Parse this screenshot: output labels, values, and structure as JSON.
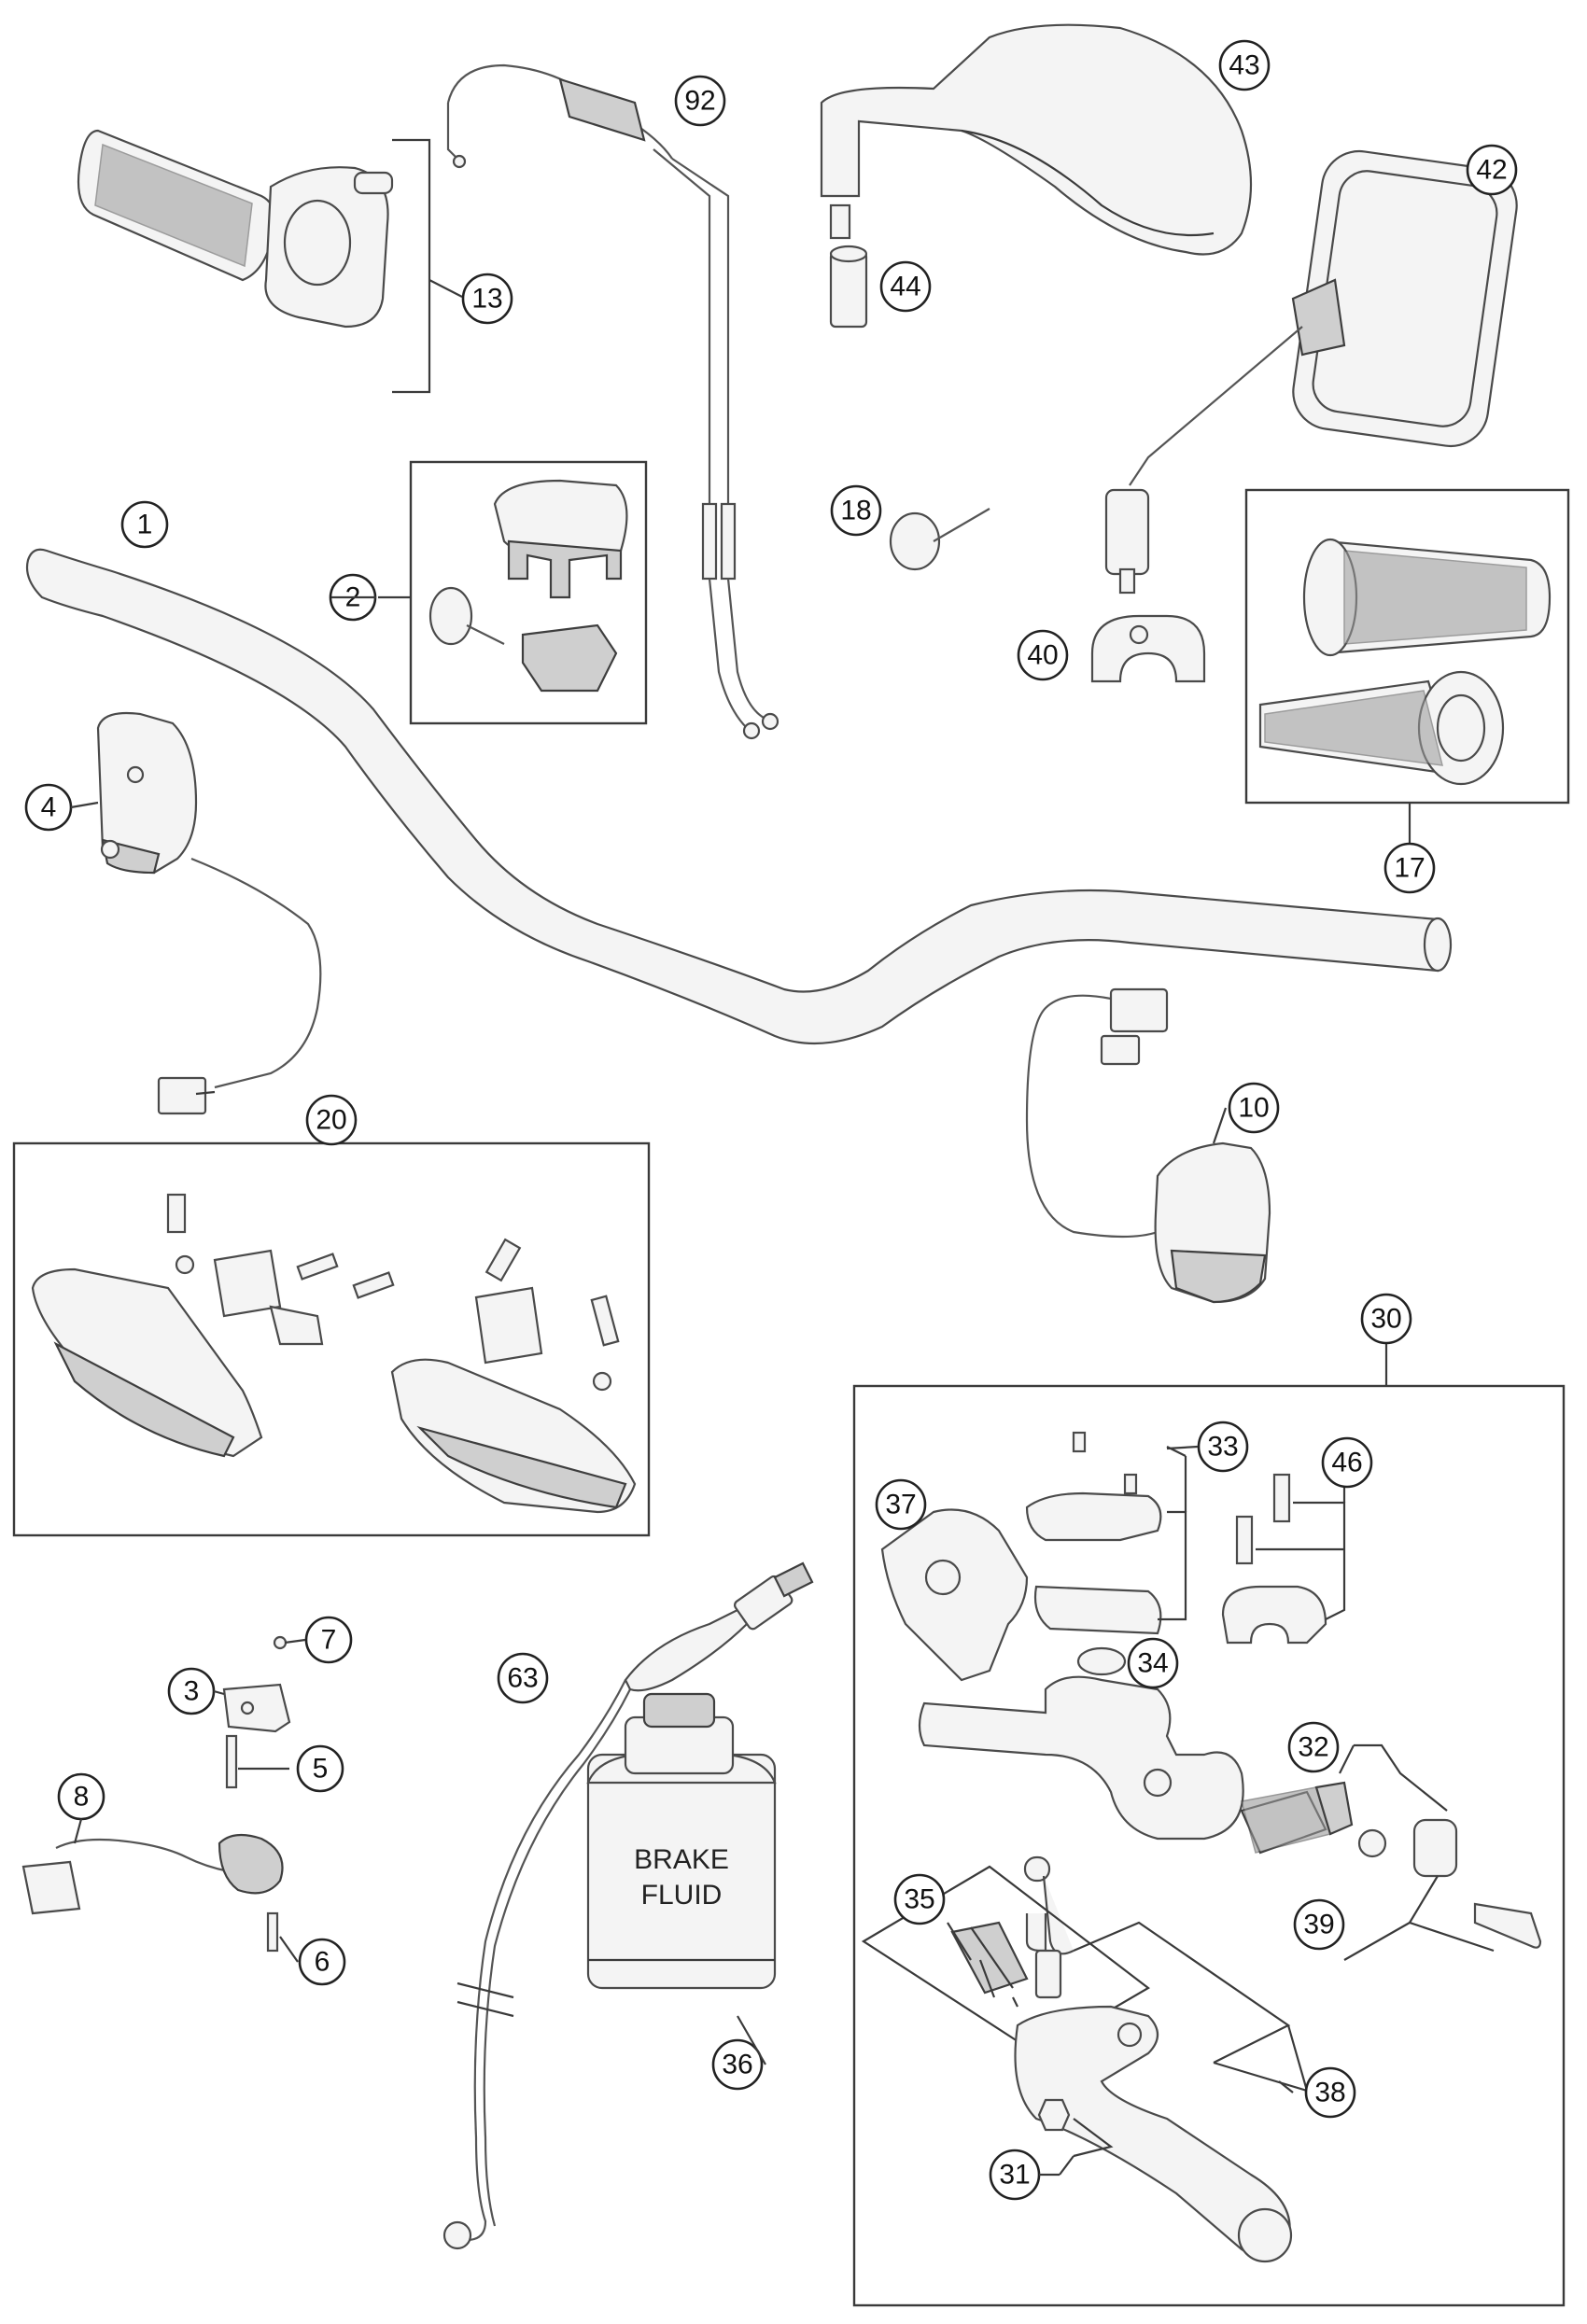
{
  "callouts": {
    "c1": "1",
    "c2": "2",
    "c3": "3",
    "c4": "4",
    "c5": "5",
    "c6": "6",
    "c7": "7",
    "c8": "8",
    "c10": "10",
    "c13": "13",
    "c17": "17",
    "c18": "18",
    "c20": "20",
    "c30": "30",
    "c31": "31",
    "c32": "32",
    "c33": "33",
    "c34": "34",
    "c35": "35",
    "c36": "36",
    "c37": "37",
    "c38": "38",
    "c39": "39",
    "c40": "40",
    "c42": "42",
    "c43": "43",
    "c44": "44",
    "c46": "46",
    "c63": "63",
    "c92": "92"
  },
  "brake_fluid_label": {
    "line1": "BRAKE",
    "line2": "FLUID"
  },
  "colors": {
    "outline": "#3a3a3a",
    "fill": "#f4f4f4",
    "shade": "#cfcfcf"
  }
}
